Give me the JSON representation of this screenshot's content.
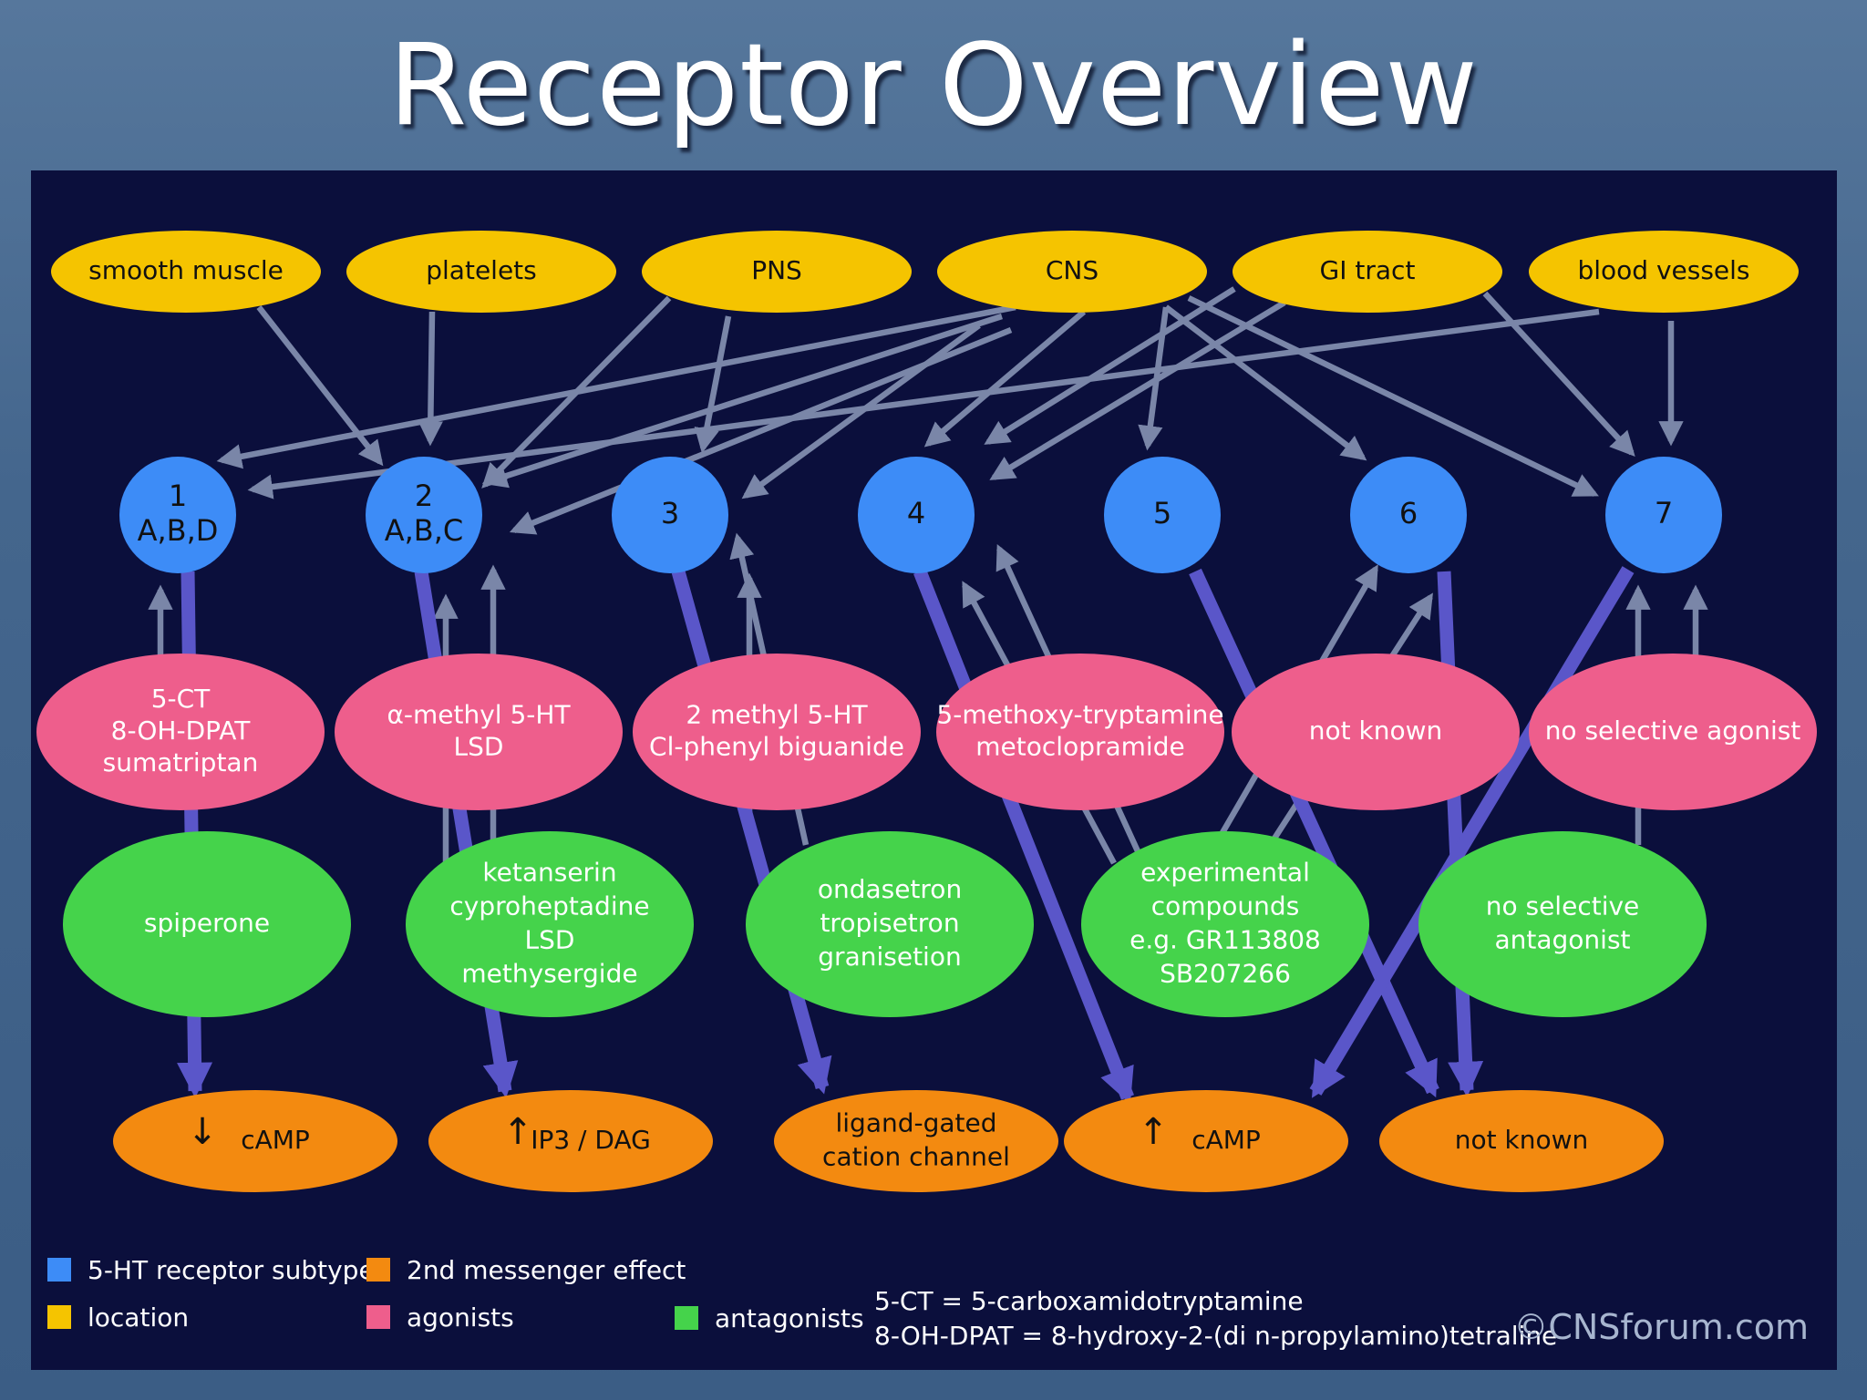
{
  "title": "Receptor Overview",
  "colors": {
    "background": "#0b0f3c",
    "location": "#f5c400",
    "subtype": "#3d8cf7",
    "agonist": "#ee5e8c",
    "antagonist": "#45d34b",
    "effect": "#f38a10",
    "thin_arrow": "#7a86a8",
    "thick_arrow": "#5a56c9"
  },
  "locations": [
    "smooth muscle",
    "platelets",
    "PNS",
    "CNS",
    "GI tract",
    "blood vessels"
  ],
  "subtypes": [
    {
      "num": "1",
      "sub": "A,B,D"
    },
    {
      "num": "2",
      "sub": "A,B,C"
    },
    {
      "num": "3",
      "sub": ""
    },
    {
      "num": "4",
      "sub": ""
    },
    {
      "num": "5",
      "sub": ""
    },
    {
      "num": "6",
      "sub": ""
    },
    {
      "num": "7",
      "sub": ""
    }
  ],
  "agonists": [
    [
      "5-CT",
      "8-OH-DPAT",
      "sumatriptan"
    ],
    [
      "α-methyl 5-HT",
      "LSD"
    ],
    [
      "2 methyl 5-HT",
      "Cl-phenyl biguanide"
    ],
    [
      "5-methoxy-tryptamine",
      "metoclopramide"
    ],
    [
      "not known"
    ],
    [
      "no selective agonist"
    ]
  ],
  "antagonists": [
    [
      "spiperone"
    ],
    [
      "ketanserin",
      "cyproheptadine",
      "LSD",
      "methysergide"
    ],
    [
      "ondasetron",
      "tropisetron",
      "granisetion"
    ],
    [
      "experimental",
      "compounds",
      "e.g. GR113808",
      "SB207266"
    ],
    [
      "no selective",
      "antagonist"
    ]
  ],
  "effects": [
    {
      "lines": [
        "cAMP"
      ],
      "arrow": "↓"
    },
    {
      "lines": [
        "IP3 / DAG"
      ],
      "arrow": "↑"
    },
    {
      "lines": [
        "ligand-gated",
        "cation channel"
      ],
      "arrow": ""
    },
    {
      "lines": [
        "cAMP"
      ],
      "arrow": "↑"
    },
    {
      "lines": [
        "not known"
      ],
      "arrow": ""
    }
  ],
  "legend": {
    "subtype": "5-HT receptor subtype",
    "effect": "2nd messenger effect",
    "location": "location",
    "agonists": "agonists",
    "antagonists": "antagonists",
    "abbrev1": "5-CT = 5-carboxamidotryptamine",
    "abbrev2": "8-OH-DPAT = 8-hydroxy-2-(di n-propylamino)tetraline"
  },
  "credit": "©CNSforum.com"
}
